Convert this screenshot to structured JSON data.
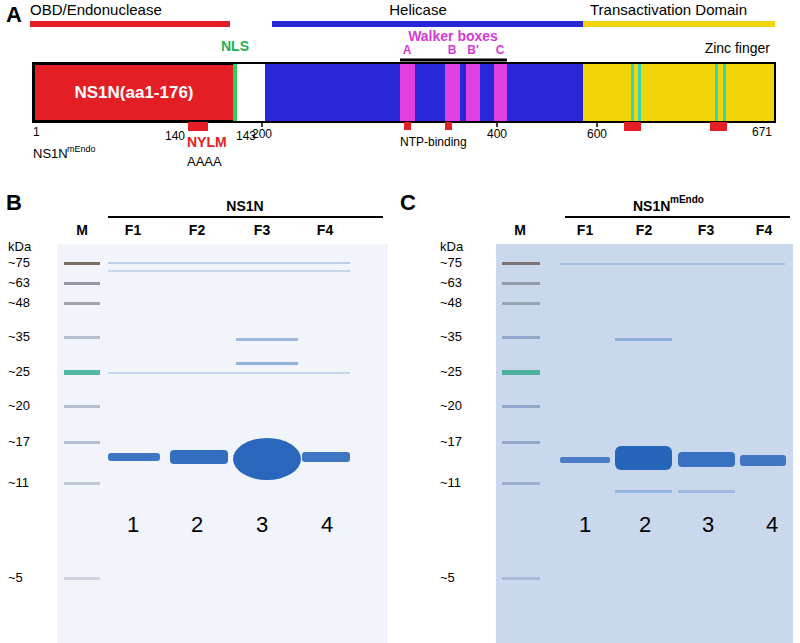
{
  "diagram": {
    "nodes": [
      {
        "text": [
          "NS1N(aa1-176)"
        ]
      }
    ],
    "labels": [
      "A",
      "OBD/Endonuclease",
      "Helicase",
      "Transactivation Domain",
      "Zinc finger",
      "NLS",
      "Walker boxes",
      "A",
      "B",
      "B'",
      "C",
      "1",
      "140",
      "NYLM",
      "143",
      "200",
      "NTP-binding",
      "400",
      "600",
      "671",
      "NS1N",
      "mEndo",
      "AAAA",
      "B",
      "NS1N",
      "M",
      "F1",
      "F2",
      "F3",
      "F4",
      "kDa",
      "~75",
      "~63",
      "~48",
      "~35",
      "~25",
      "~20",
      "~17",
      "~11",
      "~5",
      "1",
      "2",
      "3",
      "4",
      "C",
      "NS1N",
      "mEndo",
      "M",
      "F1",
      "F2",
      "F3",
      "F4",
      "kDa",
      "~75",
      "~63",
      "~48",
      "~35",
      "~25",
      "~20",
      "~17",
      "~11",
      "~5",
      "1",
      "2",
      "3",
      "4"
    ]
  }
}
